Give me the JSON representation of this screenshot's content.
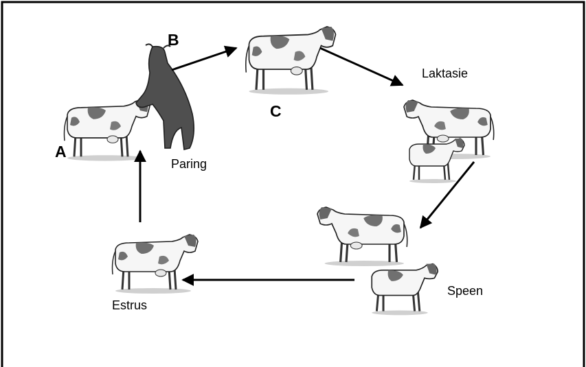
{
  "labels": {
    "a": "A",
    "b": "B",
    "c": "C",
    "paring": "Paring",
    "laktasie": "Laktasie",
    "speen": "Speen",
    "estrus": "Estrus"
  },
  "colors": {
    "line": "#000000",
    "cow_body": "#f4f4f4",
    "cow_patch": "#6f6f6f",
    "bull": "#4e4e4e",
    "ground": "#c8c8c8"
  },
  "icons": [
    "cow-icon",
    "bull-icon",
    "arrow-icon"
  ]
}
